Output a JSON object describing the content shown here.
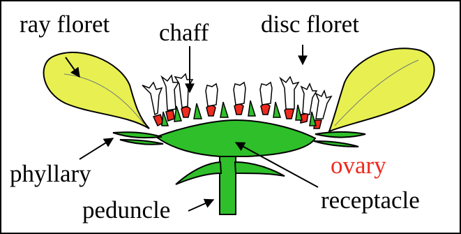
{
  "labels": {
    "ray_floret": "ray floret",
    "chaff": "chaff",
    "disc_floret": "disc floret",
    "phyllary": "phyllary",
    "ovary": "ovary",
    "receptacle": "receptacle",
    "peduncle": "peduncle"
  },
  "colors": {
    "ray_petal": "#e7f050",
    "receptacle_green": "#2fbf2a",
    "ovary_red": "#ee2b1e",
    "outline": "#000000",
    "floret_white": "#ffffff"
  }
}
